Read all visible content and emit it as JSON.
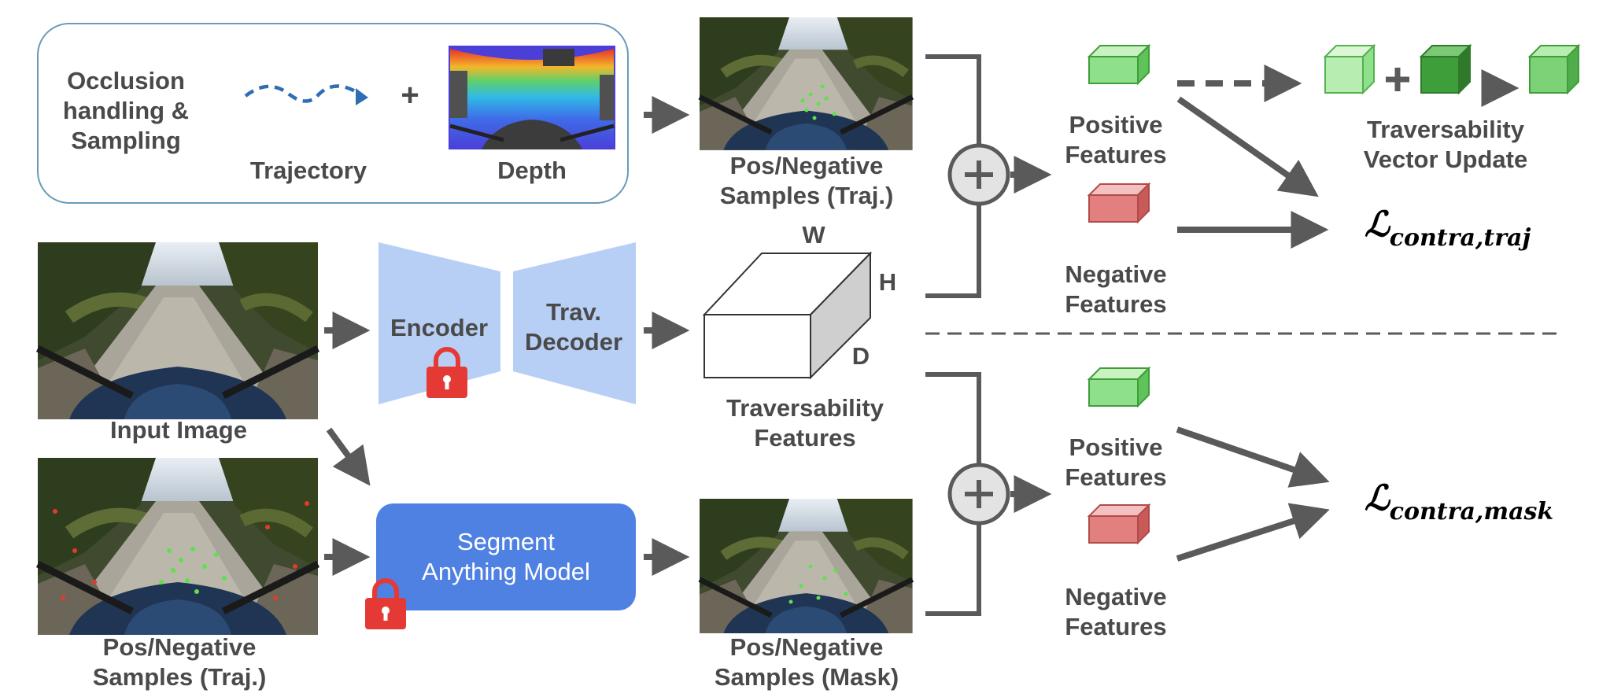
{
  "occlusion_box": {
    "title_lines": [
      "Occlusion",
      "handling &",
      "Sampling"
    ],
    "trajectory_label": "Trajectory",
    "depth_label": "Depth",
    "plus": "+"
  },
  "top_samples": {
    "lines": [
      "Pos/Negative",
      "Samples (Traj.)"
    ]
  },
  "input_image": {
    "label": "Input Image"
  },
  "bottom_left_samples": {
    "lines": [
      "Pos/Negative",
      "Samples (Traj.)"
    ]
  },
  "encoder": {
    "label": "Encoder"
  },
  "decoder": {
    "lines": [
      "Trav.",
      "Decoder"
    ]
  },
  "sam": {
    "lines": [
      "Segment",
      "Anything Model"
    ]
  },
  "feature_cube": {
    "w": "W",
    "h": "H",
    "d": "D",
    "lines": [
      "Traversability",
      "Features"
    ]
  },
  "mask_samples": {
    "lines": [
      "Pos/Negative",
      "Samples (Mask)"
    ]
  },
  "traj_branch": {
    "positive_lines": [
      "Positive",
      "Features"
    ],
    "negative_lines": [
      "Negative",
      "Features"
    ],
    "update_lines": [
      "Traversability",
      "Vector Update"
    ],
    "update_plus": "+",
    "loss_symbol": "ℒ",
    "loss_sub": "contra,traj"
  },
  "mask_branch": {
    "positive_lines": [
      "Positive",
      "Features"
    ],
    "negative_lines": [
      "Negative",
      "Features"
    ],
    "loss_symbol": "ℒ",
    "loss_sub": "contra,mask"
  },
  "colors": {
    "arrow": "#5a5a5a",
    "encoder_fill": "#b8cff5",
    "sam_fill": "#4f81e3",
    "positive_light": "#8ee08a",
    "positive_dark": "#3e9e3a",
    "negative": "#e28080",
    "lock": "#e53935",
    "box_border": "#6a9ab8"
  }
}
